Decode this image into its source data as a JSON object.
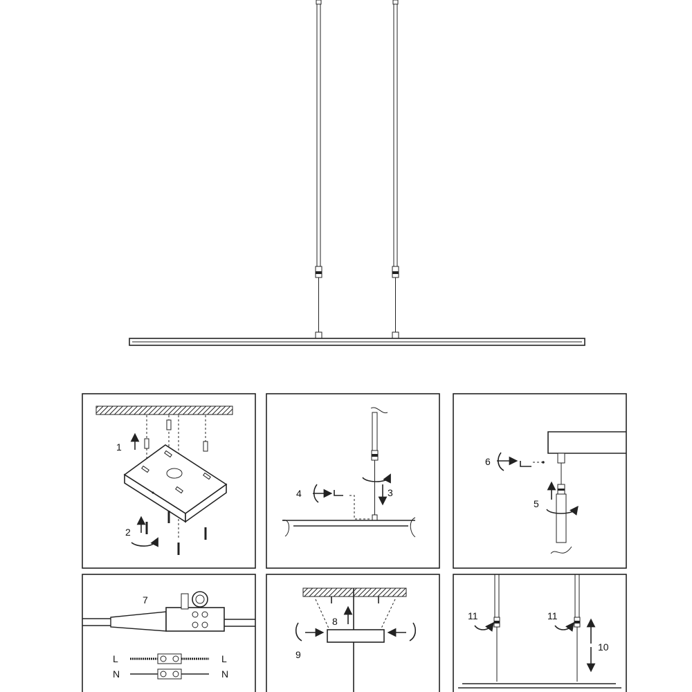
{
  "steps": {
    "s1": "1",
    "s2": "2",
    "s3": "3",
    "s4": "4",
    "s5": "5",
    "s6": "6",
    "s7": "7",
    "s8": "8",
    "s9": "9",
    "s10": "10",
    "s11a": "11",
    "s11b": "11"
  },
  "wiring": {
    "live": "L",
    "neutral": "N"
  }
}
